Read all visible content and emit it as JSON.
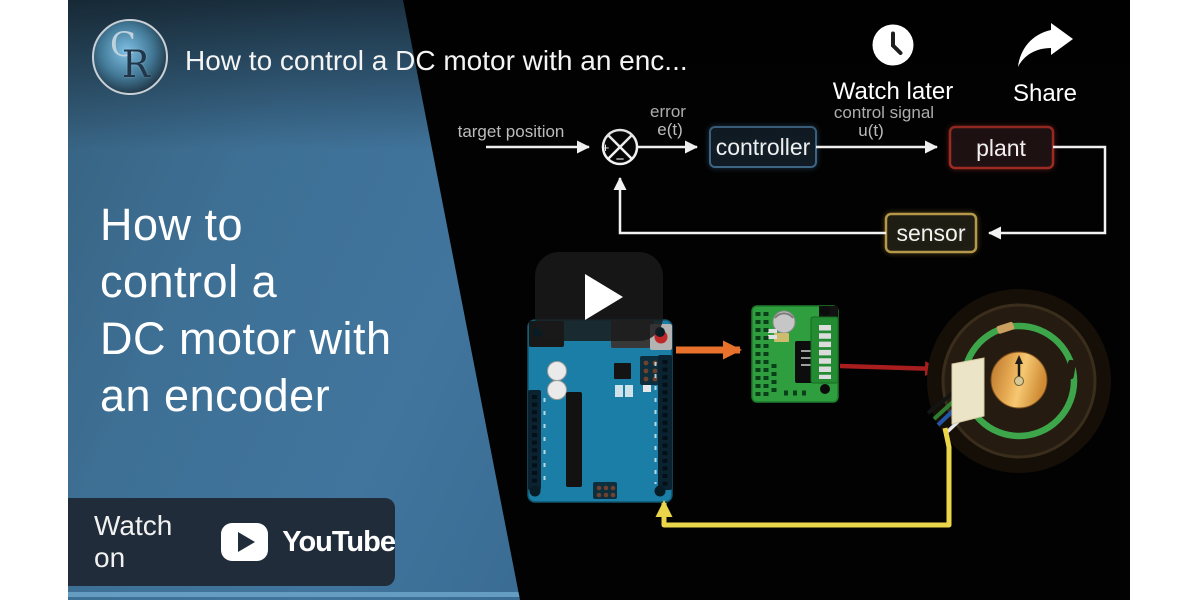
{
  "player": {
    "header": {
      "title": "How to control a DC motor with an enc...",
      "watch_later_label": "Watch later",
      "share_label": "Share",
      "avatar_letter_c": "C",
      "avatar_letter_r": "R"
    },
    "thumbnail": {
      "headline": "How to\ncontrol a\nDC motor with\nan encoder",
      "panel_color": "#3e7095",
      "watch_on_label": "Watch on",
      "youtube_label": "YouTube"
    },
    "diagram": {
      "target_position": "target position",
      "error_label": "error",
      "error_symbol": "e(t)",
      "control_signal_label": "control signal",
      "control_symbol": "u(t)",
      "plus": "+",
      "minus": "−",
      "controller": "controller",
      "plant": "plant",
      "sensor": "sensor",
      "colors": {
        "controller_border": "#3d6584",
        "plant_border": "#9e2b23",
        "sensor_border": "#b5984a",
        "line": "#f2f2f2"
      }
    },
    "illustration": {
      "components": [
        "arduino-uno-board",
        "motor-driver-board",
        "dc-motor-with-encoder-dial"
      ],
      "arrow_colors": {
        "arduino_to_driver": "#e8722c",
        "driver_to_motor": "#a81d1d",
        "motor_to_arduino": "#ead64b"
      }
    }
  }
}
